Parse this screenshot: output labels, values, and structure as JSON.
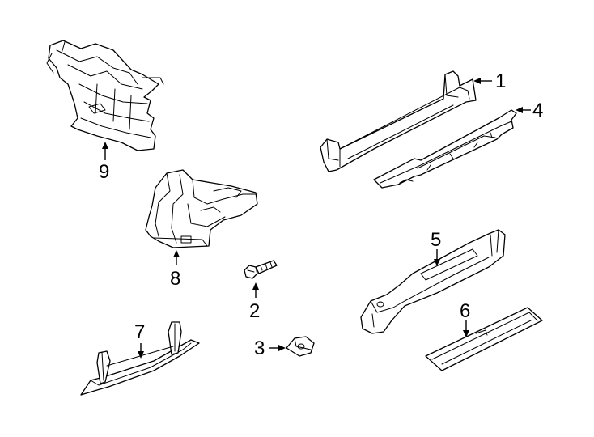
{
  "diagram": {
    "parts": [
      {
        "id": "part-1",
        "callout": "1"
      },
      {
        "id": "part-2",
        "callout": "2"
      },
      {
        "id": "part-3",
        "callout": "3"
      },
      {
        "id": "part-4",
        "callout": "4"
      },
      {
        "id": "part-5",
        "callout": "5"
      },
      {
        "id": "part-6",
        "callout": "6"
      },
      {
        "id": "part-7",
        "callout": "7"
      },
      {
        "id": "part-8",
        "callout": "8"
      },
      {
        "id": "part-9",
        "callout": "9"
      }
    ],
    "line_color": "#000000",
    "background": "#ffffff"
  }
}
